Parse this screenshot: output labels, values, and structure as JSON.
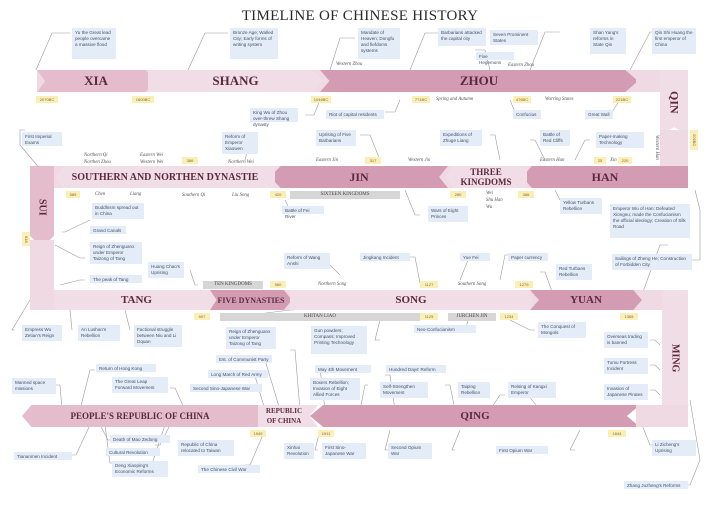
{
  "title": "TIMELINE OF CHINESE HISTORY",
  "colors": {
    "band_light": "#efd9e3",
    "band_mid": "#e4bccc",
    "band_dark": "#d49cb2",
    "box": "#e3ecf7",
    "date": "#fbefb8",
    "grey": "#d6d6d6"
  },
  "dynasties": {
    "xia": "XIA",
    "shang": "SHANG",
    "zhou": "ZHOU",
    "qin": "QIN",
    "han": "HAN",
    "three_kingdoms_1": "THREE",
    "three_kingdoms_2": "KINGDOMS",
    "jin": "JIN",
    "southern_northern": "SOUTHERN AND NORTHEN DYNASTIE",
    "sui": "SUI",
    "tang": "TANG",
    "five_dynasties": "FIVE DYNASTIES",
    "song": "SONG",
    "yuan": "YUAN",
    "ming": "MING",
    "qing": "QING",
    "roc_1": "REPUBLIC",
    "roc_2": "OF CHINA",
    "prc": "PEOPLE'S REPUBLIC OF CHINA"
  },
  "grey_bars": {
    "sixteen_kingdoms": "SIXTEEN KINGDOMS",
    "ten_kingdoms": "TEN KINGDOMS",
    "khitan_liao": "KHITAN LIAO",
    "jurchen_jin": "JURCHEN JIN"
  },
  "dates": {
    "d2070bc": "2070BC",
    "d1600bc": "1600BC",
    "d1046bc": "1046BC",
    "d771bc": "771BC",
    "d476bc": "476BC",
    "d221bc": "221BC",
    "d206bc": "206BC",
    "d25": "25",
    "d220": "220",
    "d280": "280",
    "d317": "317",
    "d420": "420",
    "d386": "386",
    "d589": "589",
    "d618": "618",
    "d907": "907",
    "d960": "960",
    "d1127": "1127",
    "d1125": "1125",
    "d1234": "1234",
    "d1279": "1279",
    "d1368": "1368",
    "d1644": "1644",
    "d1911": "1911",
    "d1949": "1949"
  },
  "sublabels": {
    "western_zhou": "Western Zhou",
    "eastern_zhou": "Eastern Zhou",
    "spring_autumn": "Spring and Autumn",
    "warring_states": "Warring States",
    "western_han": "Western Han",
    "eastern_han": "Eastern Han",
    "xin": "Xin",
    "wei": "Wei",
    "shu_han": "Shu Han",
    "wu": "Wu",
    "eastern_jin": "Eastern Jin",
    "western_jin": "Western Jin",
    "northern_qi": "Northern Qi",
    "northern_zhou": "Northen Zhou",
    "eastern_wei": "Eastern Wei",
    "western_wei": "Western Wei",
    "northern_wei": "Northern Wei",
    "chen": "Chen",
    "liang": "Liang",
    "southern_qi": "Southern Qi",
    "liu_song": "Liu Song",
    "northern_song": "Northern Song",
    "southern_song": "Southern Song"
  },
  "events": {
    "great_flood": "Yu the Great lead people overcame a massive flood",
    "bronze_age": "Bronze Age; Walled City; Early forms of writing system",
    "mandate": "Mandate of Heaven; Dongfu and fiefdoms systems",
    "barbarians": "Barbarians attacked the capital city",
    "seven_states": "Seven Prominent States",
    "five_hegemons": "Five Hegemons",
    "shang_yang": "Shan Yang's reforms in State Qin",
    "qin_shi_huang": "Qin Shi Huang the first emperor of China",
    "king_wu": "King Wu of Zhou over-threw Shang dynasty",
    "riot": "Riot of capital residents",
    "confucius": "Confucius",
    "great_wall": "Great Wall",
    "first_imperial": "First Imperial Exams",
    "reform_xiaowen": "Reform of Emperor Xiaowen",
    "five_barbarians": "Uprising of Five Barbarians",
    "zhuge_liang": "Expeditions of Zhuge Liang",
    "red_cliffs": "Battle of Red Cliffs",
    "papermaking": "Paper-making Technology",
    "buddhism": "Buddhism spread out in China",
    "fei_river": "Battle of Fei River",
    "eight_princes": "Wars of Eight Princes",
    "yellow_turbans": "Yellow Turbans Rebellion",
    "emperor_wu_han": "Emperor Wu of Han: Defeated Xiongnu; made the Confucianism the official ideology; Creation of Silk Road",
    "grand_canals": "Grand Canals",
    "zhenguan": "Reign of Zhenguanx under Emperor Taizong of Tang",
    "peak_tang": "The peak of Tang",
    "huang_chao": "Huang Chao's Uprising",
    "wang_anshi": "Reform of Wang Anshi",
    "jingkang": "Jingkang Incident",
    "yue_fei": "Yue Fei",
    "paper_currency": "Paper currency",
    "red_turbans": "Red Turbans Rebellion",
    "zheng_he": "Sailings of Zheng He; Construction of Forbidden City",
    "wu_zetian": "Empress Wu Zetian's Reign",
    "an_lushan": "An Lushan's Rebellion",
    "niu_li": "Factional struggle between Niu and Li Dquan",
    "zhenguan_2": "Reign of Zhenguanx under Emperor Taizong of Tang",
    "gunpowder": "Gun powders; Compass; Improved Printing Technology",
    "neo_confucianism": "Neo-Confucianism",
    "mongols": "The Conquest of Mongols",
    "overseas": "Overseas trading is banned",
    "tumu": "Tumu Fortress Incident",
    "japanese_pirates": "Invasion of Japanese Pirates",
    "communist_party": "Est. of Communist Party",
    "long_march": "Long March of Red Army",
    "second_sino_jp": "Second Sino-Japanese War",
    "may_4th": "May 4th Movement",
    "boxers": "Boxers Rebellion; Invasion of Eight Allied Forces",
    "hundred_days": "Hundred Days' Reform",
    "self_strengthen": "Self-Strengthen Movement",
    "taiping": "Taiping Rebellion",
    "kangxi": "Reising of Kangxi Emperor",
    "hong_kong": "Return of Hong Kong",
    "great_leap": "The Great Leap Forward Movement",
    "manned_space": "Manned space missions",
    "mao_death": "Death of Mao Zedong",
    "cultural_rev": "Cultural Revolution",
    "deng": "Deng Xiaoping's Economic Reforms",
    "tiananmen": "Tiananmen Incident",
    "roc_taiwan": "Republic of China relocated to Taiwan",
    "civil_war": "The Chinese Civil War",
    "xinhai": "Xinhai Revolution",
    "first_sino_jp": "First Sino-Japanese War",
    "second_opium": "Second Opium War",
    "first_opium": "First Opium War",
    "li_zicheng": "Li Zicheng's Uprising",
    "zhang_juzheng": "Zhang Juzheng's Reforms"
  }
}
